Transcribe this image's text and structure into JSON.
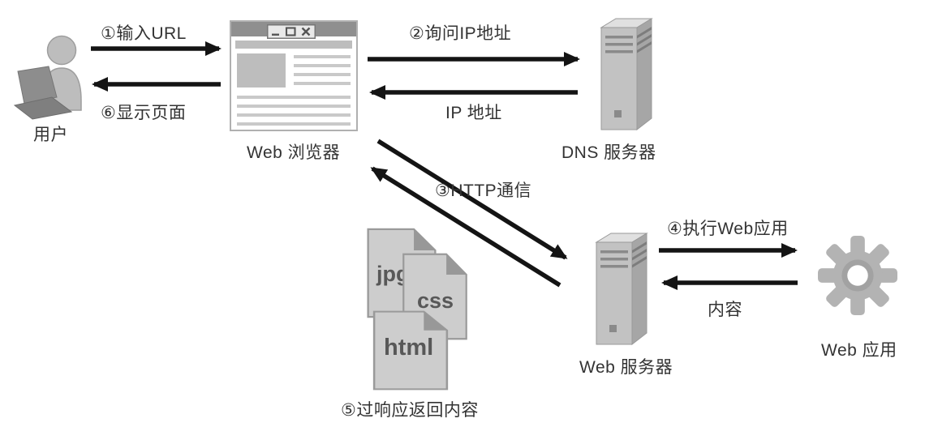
{
  "diagram": {
    "nodes": {
      "user": {
        "label": "用户"
      },
      "browser": {
        "label": "Web 浏览器"
      },
      "dns_server": {
        "label": "DNS 服务器"
      },
      "web_server": {
        "label": "Web 服务器"
      },
      "web_app": {
        "label": "Web 应用"
      },
      "response_files": {
        "label": "⑤过响应返回内容",
        "files": [
          "jpg",
          "css",
          "html"
        ]
      }
    },
    "edges": {
      "input_url": {
        "label": "①输入URL",
        "from": "user",
        "to": "browser"
      },
      "display_page": {
        "label": "⑥显示页面",
        "from": "browser",
        "to": "user"
      },
      "query_ip": {
        "label": "②询问IP地址",
        "from": "browser",
        "to": "dns_server"
      },
      "ip_address": {
        "label": "IP 地址",
        "from": "dns_server",
        "to": "browser"
      },
      "http_comm": {
        "label": "③HTTP通信",
        "from": "browser",
        "to": "web_server"
      },
      "exec_web_app": {
        "label": "④执行Web应用",
        "from": "web_server",
        "to": "web_app"
      },
      "content": {
        "label": "内容",
        "from": "web_app",
        "to": "web_server"
      }
    },
    "colors": {
      "arrow": "#141414",
      "text": "#333333",
      "icon_fill": "#bfbfbf",
      "icon_dark": "#8f8f8f",
      "icon_light": "#e0e0e0",
      "background": "#ffffff"
    }
  }
}
